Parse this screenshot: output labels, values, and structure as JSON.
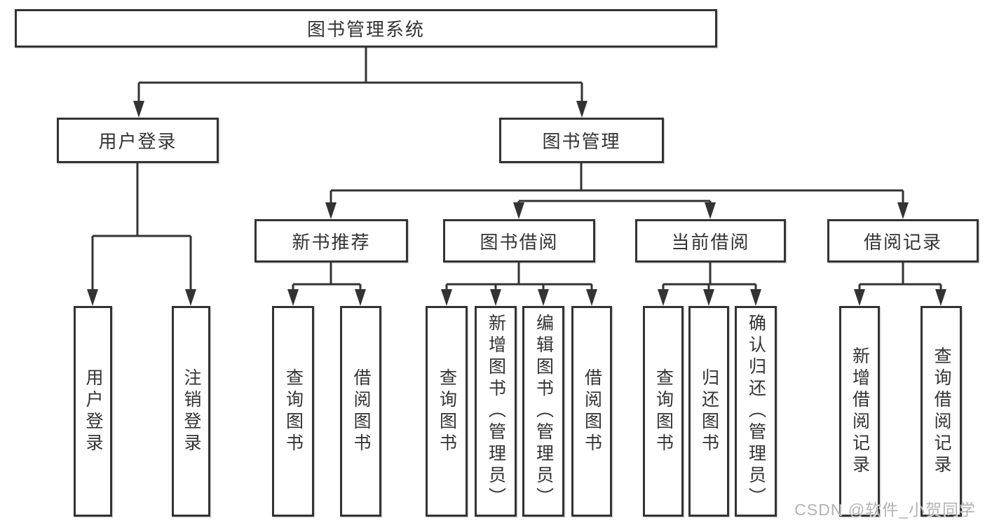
{
  "colors": {
    "line": "#333333",
    "text": "#333333",
    "box_background": "#ffffff",
    "watermark": "#b3b3b3"
  },
  "tree": {
    "label": "图书管理系统",
    "children": [
      {
        "label": "用户登录",
        "children": [
          {
            "label": "用户登录"
          },
          {
            "label": "注销登录"
          }
        ]
      },
      {
        "label": "图书管理",
        "children": [
          {
            "label": "新书推荐",
            "children": [
              {
                "label": "查询图书"
              },
              {
                "label": "借阅图书"
              }
            ]
          },
          {
            "label": "图书借阅",
            "children": [
              {
                "label": "查询图书"
              },
              {
                "label": "新增图书（管理员）"
              },
              {
                "label": "编辑图书（管理员）"
              },
              {
                "label": "借阅图书"
              }
            ]
          },
          {
            "label": "当前借阅",
            "children": [
              {
                "label": "查询图书"
              },
              {
                "label": "归还图书"
              },
              {
                "label": "确认归还（管理员）"
              }
            ]
          },
          {
            "label": "借阅记录",
            "children": [
              {
                "label": "新增借阅记录"
              },
              {
                "label": "查询借阅记录"
              }
            ]
          }
        ]
      }
    ]
  },
  "watermark": {
    "text": "CSDN @软件_小贺同学"
  }
}
